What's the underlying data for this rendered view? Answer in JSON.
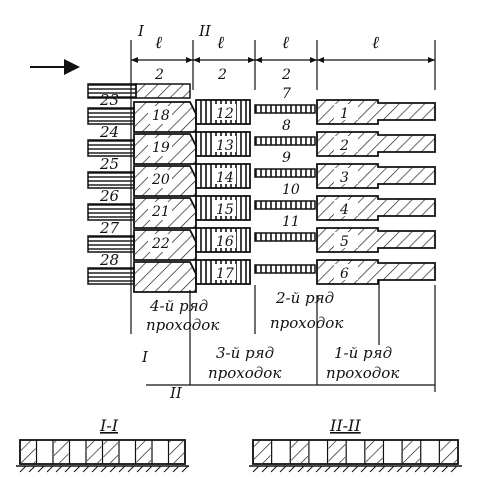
{
  "sections": {
    "first": "I",
    "second": "II"
  },
  "sectionViews": {
    "first": "I-I",
    "second": "II-II"
  },
  "spanSymbol": "ℓ",
  "spanCounts": [
    "2",
    "2",
    "2"
  ],
  "rows": [
    {
      "z1": "23",
      "z2": "18",
      "z3": "12",
      "z4": "7",
      "z5": "1"
    },
    {
      "z1": "24",
      "z2": "19",
      "z3": "13",
      "z4": "8",
      "z5": "2"
    },
    {
      "z1": "25",
      "z2": "20",
      "z3": "14",
      "z4": "9",
      "z5": "3"
    },
    {
      "z1": "26",
      "z2": "21",
      "z3": "15",
      "z4": "10",
      "z5": "4"
    },
    {
      "z1": "27",
      "z2": "22",
      "z3": "16",
      "z4": "11",
      "z5": "5"
    },
    {
      "z1": "28",
      "z2": "",
      "z3": "17",
      "z4": "",
      "z5": "6"
    }
  ],
  "passes": {
    "row4": {
      "line1": "4-й ряд",
      "line2": "проходок"
    },
    "row2": {
      "line1": "2-й ряд",
      "line2": "проходок"
    },
    "row3": {
      "line1": "3-й ряд",
      "line2": "проходок"
    },
    "row1": {
      "line1": "1-й ряд",
      "line2": "проходок"
    }
  }
}
